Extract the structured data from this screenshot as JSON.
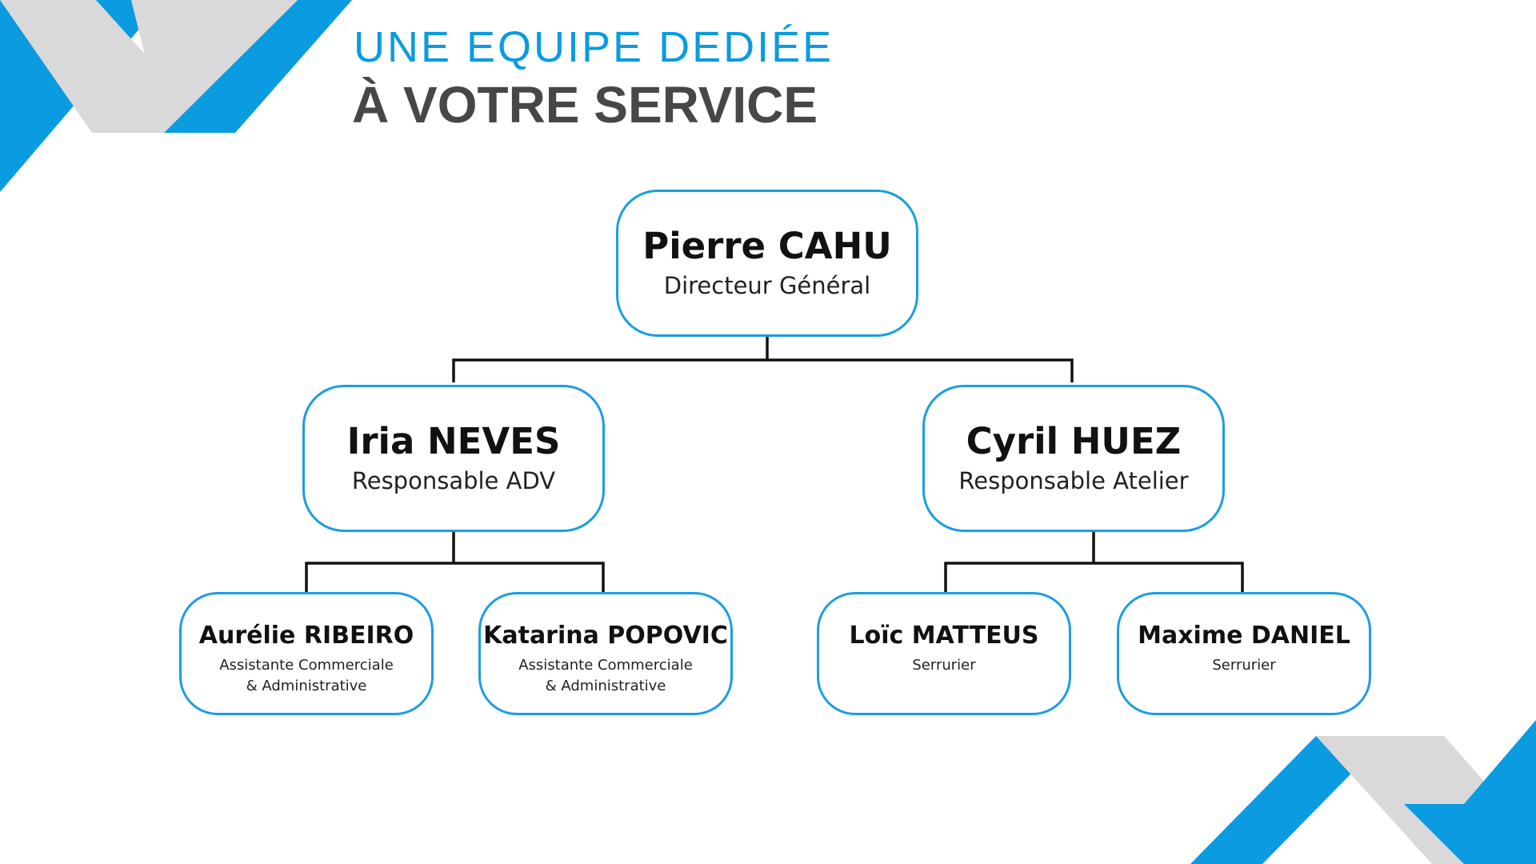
{
  "colors": {
    "accent_blue": "#0a9be0",
    "accent_gray": "#d9d9d9",
    "title_dark": "#474747",
    "line": "#111111",
    "box_border": "#1a9fe0"
  },
  "header": {
    "title_line1": "UNE EQUIPE DEDIÉE",
    "title_line2": "À VOTRE SERVICE"
  },
  "org": {
    "director": {
      "name": "Pierre CAHU",
      "role": "Directeur Général"
    },
    "managers": [
      {
        "name": "Iria NEVES",
        "role": "Responsable ADV",
        "staff": [
          {
            "name": "Aurélie RIBEIRO",
            "role_line1": "Assistante Commerciale",
            "role_line2": "& Administrative"
          },
          {
            "name": "Katarina POPOVIC",
            "role_line1": "Assistante Commerciale",
            "role_line2": "& Administrative"
          }
        ]
      },
      {
        "name": "Cyril HUEZ",
        "role": "Responsable Atelier",
        "staff": [
          {
            "name": "Loïc MATTEUS",
            "role_line1": "Serrurier",
            "role_line2": ""
          },
          {
            "name": "Maxime DANIEL",
            "role_line1": "Serrurier",
            "role_line2": ""
          }
        ]
      }
    ]
  }
}
